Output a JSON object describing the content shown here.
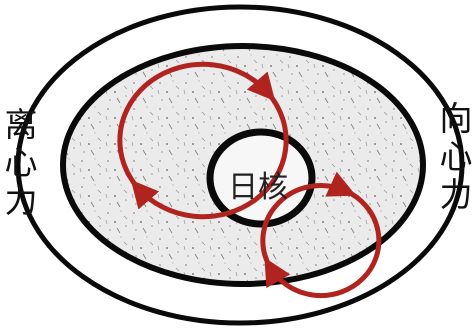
{
  "labels": {
    "left": [
      "离",
      "心",
      "力"
    ],
    "right": [
      "向",
      "心",
      "力"
    ],
    "core": "日核"
  },
  "colors": {
    "ring": "#0a0a0a",
    "arrow": "#b0231e",
    "disc": "#ececec",
    "text": "#111111"
  },
  "icons": {
    "arrow": "arrowhead-icon"
  }
}
